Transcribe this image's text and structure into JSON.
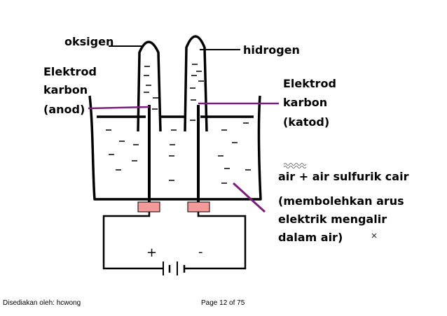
{
  "labels": {
    "oksigen": "oksigen",
    "hidrogen": "hidrogen",
    "anode_line1": "Elektrod",
    "anode_line2": "karbon",
    "anode_line3": "(anod)",
    "cathode_line1": "Elektrod",
    "cathode_line2": "karbon",
    "cathode_line3": "(katod)",
    "electrolyte_line1": "air + air sulfurik cair",
    "electrolyte_line2": "(membolehkan arus",
    "electrolyte_line3": "elektrik mengalir",
    "electrolyte_line4": "dalam air)",
    "plus": "+",
    "minus": "-"
  },
  "footer": {
    "author": "Disediakan oleh: hcwong",
    "page": "Page 12 of 75"
  },
  "colors": {
    "outline": "#000000",
    "pointer_line": "#7a1f7a",
    "electrode_plate": "#f49a9a"
  }
}
